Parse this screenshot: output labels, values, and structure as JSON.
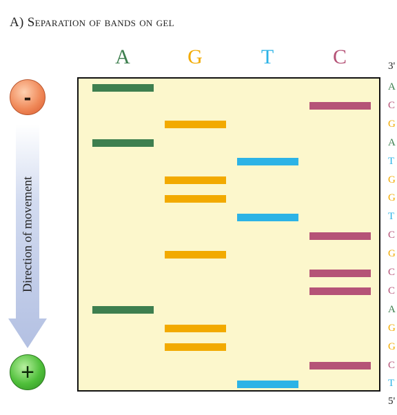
{
  "title": {
    "prefix": "A)",
    "text": "Separation of bands on gel"
  },
  "lanes": [
    {
      "label": "A",
      "color": "#3e7f4f"
    },
    {
      "label": "G",
      "color": "#f2aa00"
    },
    {
      "label": "T",
      "color": "#2cb3e6"
    },
    {
      "label": "C",
      "color": "#b55377"
    }
  ],
  "bands": [
    {
      "base": "A",
      "color": "#3e7f4f"
    },
    {
      "base": "C",
      "color": "#b55377"
    },
    {
      "base": "G",
      "color": "#f2aa00"
    },
    {
      "base": "A",
      "color": "#3e7f4f"
    },
    {
      "base": "T",
      "color": "#2cb3e6"
    },
    {
      "base": "G",
      "color": "#f2aa00"
    },
    {
      "base": "G",
      "color": "#f2aa00"
    },
    {
      "base": "T",
      "color": "#2cb3e6"
    },
    {
      "base": "C",
      "color": "#b55377"
    },
    {
      "base": "G",
      "color": "#f2aa00"
    },
    {
      "base": "C",
      "color": "#b55377"
    },
    {
      "base": "C",
      "color": "#b55377"
    },
    {
      "base": "A",
      "color": "#3e7f4f"
    },
    {
      "base": "G",
      "color": "#f2aa00"
    },
    {
      "base": "G",
      "color": "#f2aa00"
    },
    {
      "base": "C",
      "color": "#b55377"
    },
    {
      "base": "T",
      "color": "#2cb3e6"
    }
  ],
  "ends": {
    "top": "3'",
    "bottom": "5'"
  },
  "electrodes": {
    "negative": "-",
    "positive": "+"
  },
  "arrow_label": "Direction of movement"
}
